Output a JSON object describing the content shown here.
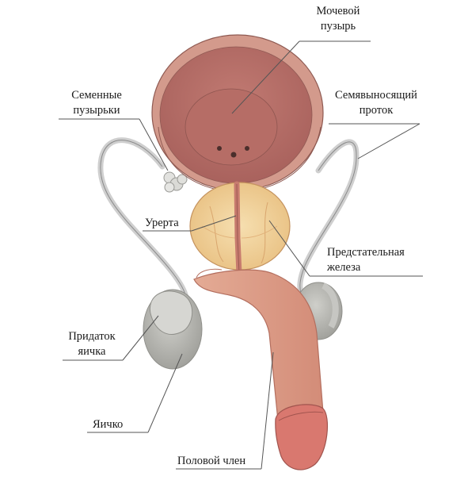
{
  "labels": {
    "bladder": [
      "Мочевой",
      "пузырь"
    ],
    "seminal_vesicles": [
      "Семенные",
      "пузырьки"
    ],
    "vas_deferens": [
      "Семявыносящий",
      "проток"
    ],
    "urethra": "Урерта",
    "prostate": [
      "Предстательная",
      "железа"
    ],
    "epididymis": [
      "Придаток",
      "яичка"
    ],
    "testicle": "Яичко",
    "penis": "Половой член"
  },
  "colors": {
    "bladder_wall": "#c98b7d",
    "bladder_inner": "#b8716a",
    "prostate": "#f0d39a",
    "penis": "#dc9d86",
    "glans": "#d9786f",
    "testis": "#b9b9b4",
    "line": "#555555"
  }
}
